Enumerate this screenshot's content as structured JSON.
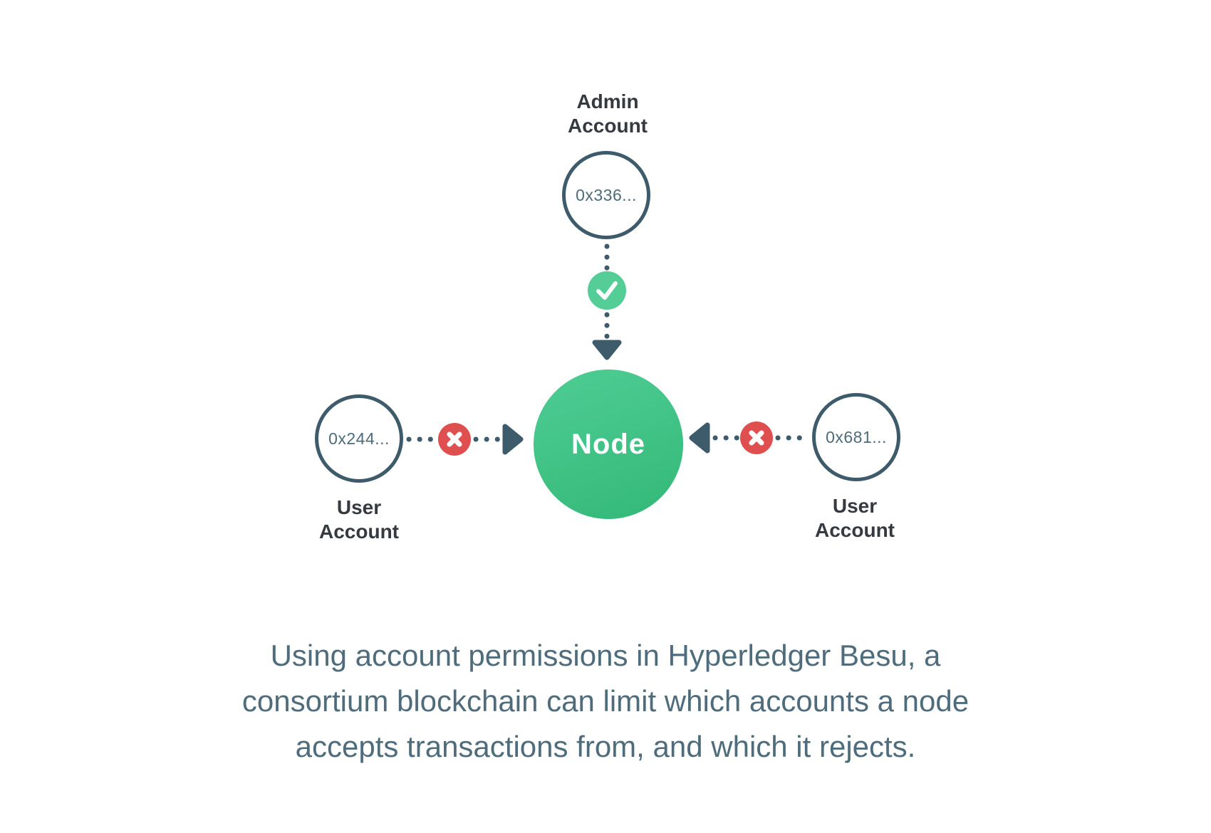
{
  "diagram": {
    "admin": {
      "label": "Admin Account",
      "address": "0x336..."
    },
    "node": {
      "label": "Node"
    },
    "user_left": {
      "label": "User Account",
      "address": "0x244..."
    },
    "user_right": {
      "label": "User Account",
      "address": "0x681..."
    }
  },
  "caption": {
    "lines": [
      "Using account permissions in Hyperledger Besu, a",
      "consortium blockchain can limit which accounts a node",
      "accepts transactions from, and which it rejects."
    ]
  },
  "colors": {
    "slate": "#3d5b6b",
    "label_dark": "#343a40",
    "address_text": "#4d6b7b",
    "node_green_start": "#4fcd94",
    "node_green_end": "#33b878",
    "check_green": "#55cd97",
    "deny_red": "#e04f4f",
    "caption_text": "#4e6c7c",
    "background": "#ffffff"
  }
}
